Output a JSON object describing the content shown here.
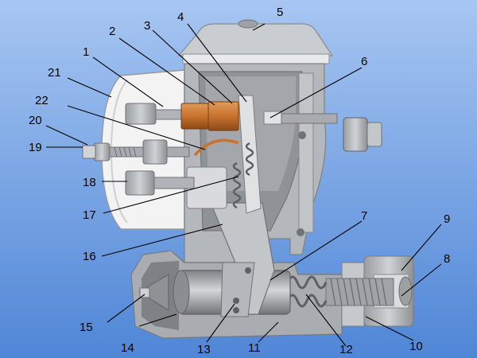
{
  "colors": {
    "background_top": "#a7c6f2",
    "background_bottom": "#4f86d6",
    "housing": "#b9bcc0",
    "housing_dark": "#8d9094",
    "cover": "#f2f2f2",
    "copper": "#c8732e",
    "spring": "#6a6a6a",
    "leader": "#000000"
  },
  "labels": {
    "l1": "1",
    "l2": "2",
    "l3": "3",
    "l4": "4",
    "l5": "5",
    "l6": "6",
    "l7": "7",
    "l8": "8",
    "l9": "9",
    "l10": "10",
    "l11": "11",
    "l12": "12",
    "l13": "13",
    "l14": "14",
    "l15": "15",
    "l16": "16",
    "l17": "17",
    "l18": "18",
    "l19": "19",
    "l20": "20",
    "l21": "21",
    "l22": "22"
  }
}
